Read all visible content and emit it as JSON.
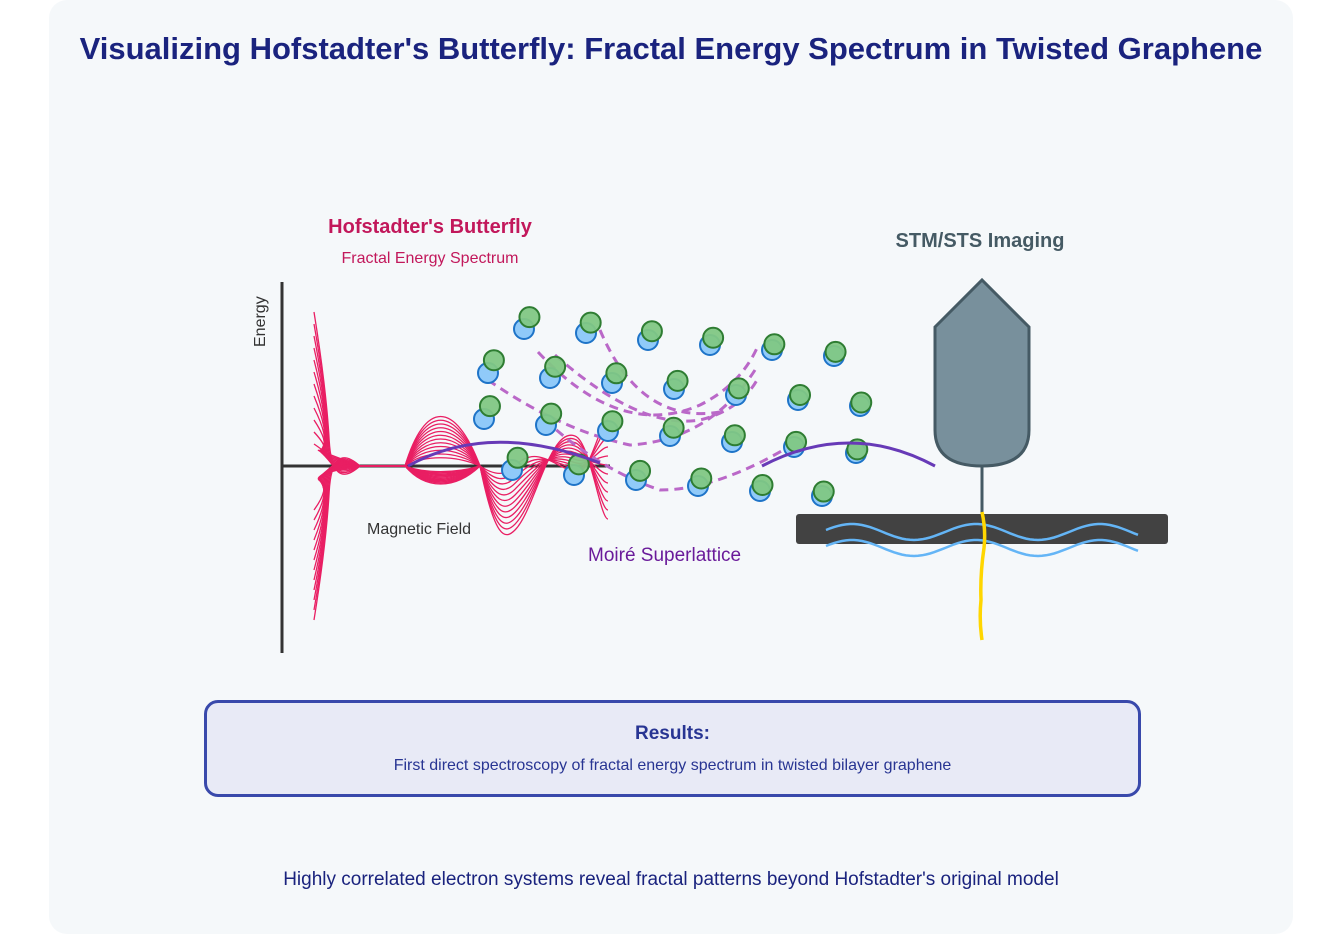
{
  "title": "Visualizing Hofstadter's Butterfly: Fractal Energy Spectrum in Twisted Graphene",
  "butterfly": {
    "title": "Hofstadter's Butterfly",
    "subtitle": "Fractal Energy Spectrum",
    "y_axis_label": "Energy",
    "x_axis_label": "Magnetic Field",
    "line_color": "#e91e63"
  },
  "moire": {
    "label": "Moiré  Superlattice",
    "color": "#6a1b9a",
    "wave_color": "#673ab7",
    "dash_color": "#ba68c8",
    "atom_layer_1_color": "#90caf9",
    "atom_layer_2_color": "#81c784"
  },
  "stm": {
    "title": "STM/STS Imaging",
    "tip_color": "#78909c",
    "sample_color": "#424242",
    "wave_color": "#64b5f6",
    "current_color": "#ffd600"
  },
  "results": {
    "title": "Results:",
    "text": "First direct spectroscopy of fractal energy spectrum in twisted bilayer graphene"
  },
  "footer": "Highly correlated electron systems reveal fractal patterns beyond Hofstadter's original model"
}
